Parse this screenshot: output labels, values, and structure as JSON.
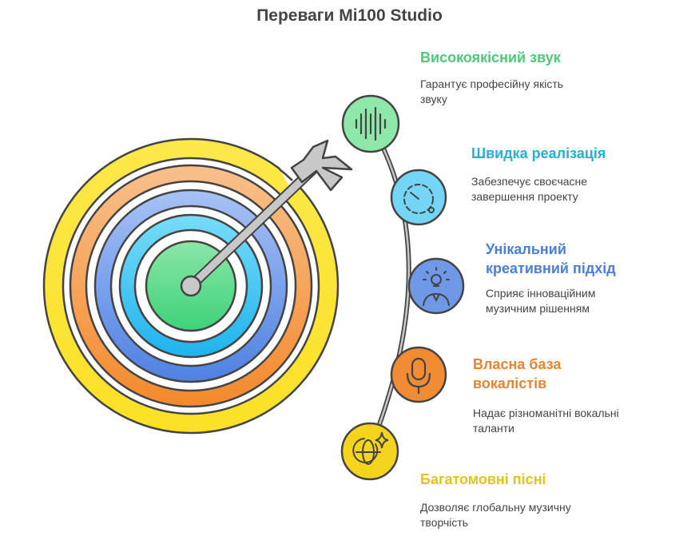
{
  "title": "Переваги Mi100 Studio",
  "items": [
    {
      "title": "Високоякісний звук",
      "description": "Гарантує професійну якість звуку",
      "color": "#4cc97b",
      "icon": "soundwave-icon"
    },
    {
      "title": "Швидка реалізація",
      "description": "Забезпечує своєчасне завершення проекту",
      "color": "#26aed6",
      "icon": "stopwatch-icon"
    },
    {
      "title": "Унікальний креативний підхід",
      "description": "Сприяє інноваційним музичним рішенням",
      "color": "#4b7fd6",
      "icon": "lightbulb-person-icon"
    },
    {
      "title": "Власна база вокалістів",
      "description": "Надає різноманітні вокальні таланти",
      "color": "#e8832f",
      "icon": "microphone-icon"
    },
    {
      "title": "Багатомовні пісні",
      "description": "Дозволяє глобальну музичну творчість",
      "color": "#e3c21e",
      "icon": "globe-sparkle-icon"
    }
  ]
}
